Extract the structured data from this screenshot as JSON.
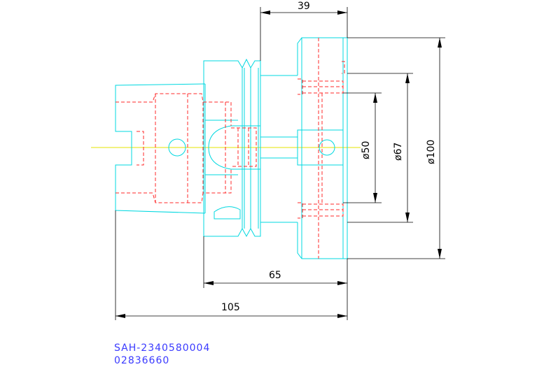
{
  "dimensions": {
    "top": "39",
    "d1": "ø50",
    "d2": "ø67",
    "d3": "ø100",
    "len1": "65",
    "len2": "105"
  },
  "part": {
    "code": "SAH-2340580004",
    "number": "02836660"
  },
  "colors": {
    "outline": "#00d8e0",
    "hidden": "#ff2a2a",
    "dimension": "#000000",
    "centerline": "#e6e600",
    "label": "#3a3aff"
  }
}
